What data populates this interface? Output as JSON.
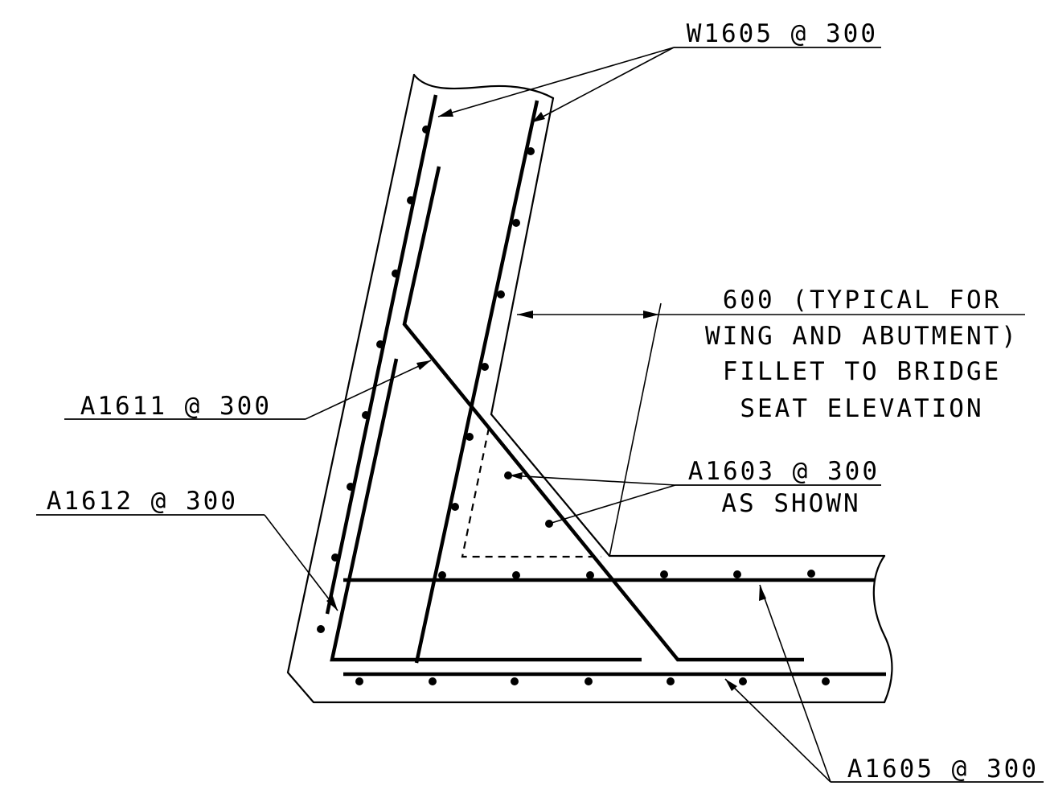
{
  "labels": {
    "w1605": "W1605 @ 300",
    "a1611": "A1611 @ 300",
    "a1612": "A1612 @ 300",
    "a1603_line1": "A1603 @ 300",
    "a1603_line2": "AS SHOWN",
    "fillet_line1": "600 (TYPICAL FOR",
    "fillet_line2": "WING AND ABUTMENT)",
    "fillet_line3": "FILLET TO BRIDGE",
    "fillet_line4": "SEAT ELEVATION",
    "a1605": "A1605 @ 300"
  },
  "colors": {
    "ink": "#000000",
    "paper": "#ffffff"
  }
}
